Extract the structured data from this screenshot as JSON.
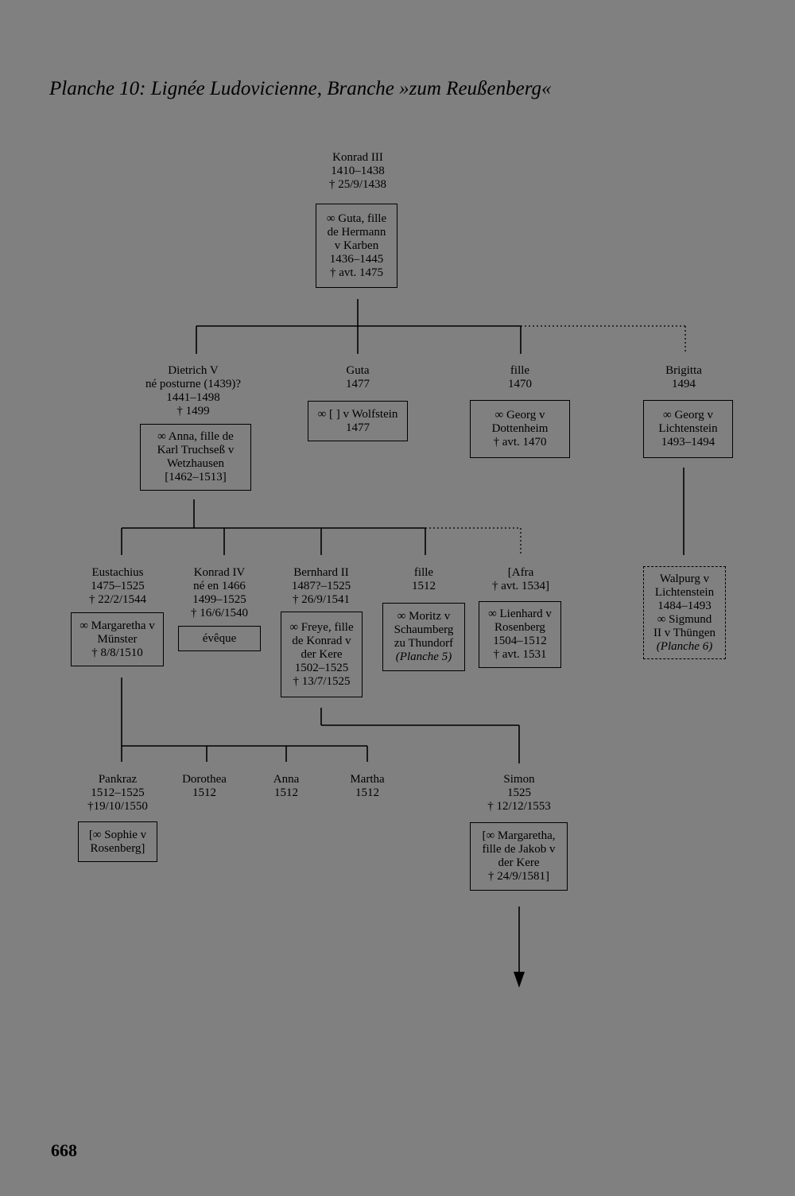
{
  "title": "Planche 10: Lignée Ludovicienne, Branche »zum Reußenberg«",
  "page_number": "668",
  "people": [
    {
      "id": "konrad3",
      "lines": [
        "Konrad III",
        "1410–1438",
        "† 25/9/1438"
      ]
    },
    {
      "id": "dietrich5",
      "lines": [
        "Dietrich V",
        "né posturne (1439)?",
        "1441–1498",
        "† 1499"
      ]
    },
    {
      "id": "guta",
      "lines": [
        "Guta",
        "1477"
      ]
    },
    {
      "id": "fille1470",
      "lines": [
        "fille",
        "1470"
      ]
    },
    {
      "id": "brigitta",
      "lines": [
        "Brigitta",
        "1494"
      ]
    },
    {
      "id": "eustachius",
      "lines": [
        "Eustachius",
        "1475–1525",
        "† 22/2/1544"
      ]
    },
    {
      "id": "konrad4",
      "lines": [
        "Konrad IV",
        "né en 1466",
        "1499–1525",
        "† 16/6/1540"
      ]
    },
    {
      "id": "bernhard2",
      "lines": [
        "Bernhard II",
        "1487?–1525",
        "† 26/9/1541"
      ]
    },
    {
      "id": "fille1512",
      "lines": [
        "fille",
        "1512"
      ]
    },
    {
      "id": "afra",
      "lines": [
        "[Afra",
        "† avt. 1534]"
      ]
    },
    {
      "id": "pankraz",
      "lines": [
        "Pankraz",
        "1512–1525",
        "†19/10/1550"
      ]
    },
    {
      "id": "dorothea",
      "lines": [
        "Dorothea",
        "1512"
      ]
    },
    {
      "id": "anna",
      "lines": [
        "Anna",
        "1512"
      ]
    },
    {
      "id": "martha",
      "lines": [
        "Martha",
        "1512"
      ]
    },
    {
      "id": "simon",
      "lines": [
        "Simon",
        "1525",
        "† 12/12/1553"
      ]
    }
  ],
  "boxes": [
    {
      "id": "box-konrad3",
      "lines": [
        "∞ Guta, fille",
        "de Hermann",
        "v Karben",
        "1436–1445",
        "† avt. 1475"
      ]
    },
    {
      "id": "box-dietrich5",
      "lines": [
        "∞ Anna, fille de",
        "Karl Truchseß v",
        "Wetzhausen",
        "[1462–1513]"
      ]
    },
    {
      "id": "box-guta",
      "lines": [
        "∞ [ ] v Wolfstein",
        "1477"
      ]
    },
    {
      "id": "box-fille1470",
      "lines": [
        "∞ Georg v",
        "Dottenheim",
        "† avt. 1470"
      ]
    },
    {
      "id": "box-brigitta",
      "lines": [
        "∞ Georg v",
        "Lichtenstein",
        "1493–1494"
      ]
    },
    {
      "id": "box-walpurg",
      "lines": [
        "Walpurg v",
        "Lichtenstein",
        "1484–1493",
        "∞ Sigmund",
        "II v Thüngen",
        "(Planche 6)"
      ]
    },
    {
      "id": "box-eustachius",
      "lines": [
        "∞ Margaretha v",
        "Münster",
        "† 8/8/1510"
      ]
    },
    {
      "id": "box-konrad4",
      "lines": [
        "évêque"
      ]
    },
    {
      "id": "box-bernhard2",
      "lines": [
        "∞ Freye, fille",
        "de Konrad v",
        "der Kere",
        "1502–1525",
        "† 13/7/1525"
      ]
    },
    {
      "id": "box-fille1512",
      "lines": [
        "∞ Moritz v",
        "Schaumberg",
        "zu Thundorf",
        "(Planche 5)"
      ]
    },
    {
      "id": "box-afra",
      "lines": [
        "∞ Lienhard v",
        "Rosenberg",
        "1504–1512",
        "† avt. 1531"
      ]
    },
    {
      "id": "box-pankraz",
      "lines": [
        "[∞ Sophie v",
        "Rosenberg]"
      ]
    },
    {
      "id": "box-simon",
      "lines": [
        "[∞ Margaretha,",
        "fille de Jakob v",
        "der Kere",
        "† 24/9/1581]"
      ]
    }
  ]
}
